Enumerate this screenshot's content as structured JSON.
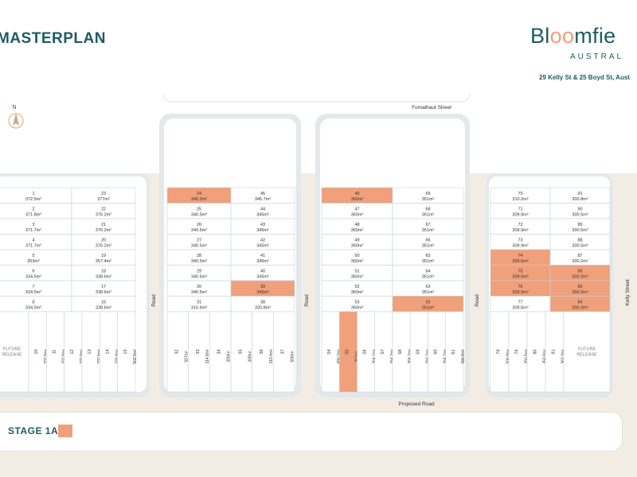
{
  "header": {
    "title": "MASTERPLAN",
    "brand_start": "Bl",
    "brand_oo": "oo",
    "brand_end": "mfie",
    "brand_sub": "AUSTRAL",
    "address": "29 Kelly St & 25 Boyd St, Aust"
  },
  "streets": {
    "fomalhaut": "Fomalhaut Street",
    "proposed": "Proposed Road",
    "road": "Road",
    "kelly": "Kelly Street"
  },
  "compass": {
    "north": "N"
  },
  "legend": {
    "stage": "STAGE 1A",
    "stage_color": "#f0a07a"
  },
  "colors": {
    "stage": "#f0a07a",
    "road": "#f3ece5",
    "block_border": "#b9c7cc",
    "text": "#1d5b63"
  },
  "future_release": [
    "FUTURE",
    "RELEASE"
  ],
  "block1": {
    "rows": [
      {
        "l": {
          "n": "1",
          "a": "372.5m²"
        },
        "r": {
          "n": "23",
          "a": "377m²"
        }
      },
      {
        "l": {
          "n": "2",
          "a": "371.8m²"
        },
        "r": {
          "n": "22",
          "a": "376.2m²"
        }
      },
      {
        "l": {
          "n": "3",
          "a": "371.7m²"
        },
        "r": {
          "n": "21",
          "a": "376.2m²"
        }
      },
      {
        "l": {
          "n": "4",
          "a": "371.7m²"
        },
        "r": {
          "n": "20",
          "a": "376.2m²"
        }
      },
      {
        "l": {
          "n": "5",
          "a": "353m²"
        },
        "r": {
          "n": "19",
          "a": "357.4m²"
        }
      },
      {
        "l": {
          "n": "6",
          "a": "334.5m²"
        },
        "r": {
          "n": "18",
          "a": "338.6m²"
        }
      },
      {
        "l": {
          "n": "7",
          "a": "334.5m²"
        },
        "r": {
          "n": "17",
          "a": "338.6m²"
        }
      },
      {
        "l": {
          "n": "8",
          "a": "334.5m²"
        },
        "r": {
          "n": "16",
          "a": "338.6m²"
        }
      }
    ],
    "bottom": [
      {
        "n": "10",
        "a": "332.8m²"
      },
      {
        "n": "11",
        "a": "332.8m²"
      },
      {
        "n": "12",
        "a": "332.8m²"
      },
      {
        "n": "13",
        "a": "332.8m²"
      },
      {
        "n": "14",
        "a": "332.8m²"
      },
      {
        "n": "15",
        "a": "502.5m²"
      }
    ]
  },
  "block2": {
    "rows": [
      {
        "l": {
          "n": "24",
          "a": "340.2m²",
          "s": true
        },
        "r": {
          "n": "45",
          "a": "345.7m²",
          "s": false
        }
      },
      {
        "l": {
          "n": "25",
          "a": "340.5m²",
          "s": false
        },
        "r": {
          "n": "44",
          "a": "345m²",
          "s": false
        }
      },
      {
        "l": {
          "n": "26",
          "a": "340.5m²",
          "s": false
        },
        "r": {
          "n": "43",
          "a": "345m²",
          "s": false
        }
      },
      {
        "l": {
          "n": "27",
          "a": "340.5m²",
          "s": false
        },
        "r": {
          "n": "42",
          "a": "345m²",
          "s": false
        }
      },
      {
        "l": {
          "n": "28",
          "a": "340.5m²",
          "s": false
        },
        "r": {
          "n": "41",
          "a": "345m²",
          "s": false
        }
      },
      {
        "l": {
          "n": "29",
          "a": "340.5m²",
          "s": false
        },
        "r": {
          "n": "40",
          "a": "345m²",
          "s": false
        }
      },
      {
        "l": {
          "n": "30",
          "a": "340.5m²",
          "s": false
        },
        "r": {
          "n": "39",
          "a": "345m²",
          "s": true
        }
      },
      {
        "l": {
          "n": "31",
          "a": "316.6m²",
          "s": false
        },
        "r": {
          "n": "38",
          "a": "320.8m²",
          "s": false
        }
      }
    ],
    "bottom": [
      {
        "n": "32",
        "a": "507m²"
      },
      {
        "n": "33",
        "a": "314.8m²"
      },
      {
        "n": "34",
        "a": "309m²"
      },
      {
        "n": "35",
        "a": "309m²"
      },
      {
        "n": "36",
        "a": "310.4m²"
      },
      {
        "n": "37",
        "a": "506m²"
      }
    ]
  },
  "block3": {
    "rows": [
      {
        "l": {
          "n": "46",
          "a": "360m²",
          "s": true
        },
        "r": {
          "n": "69",
          "a": "351m²",
          "s": false
        }
      },
      {
        "l": {
          "n": "47",
          "a": "360m²",
          "s": false
        },
        "r": {
          "n": "68",
          "a": "351m²",
          "s": false
        }
      },
      {
        "l": {
          "n": "48",
          "a": "360m²",
          "s": false
        },
        "r": {
          "n": "67",
          "a": "351m²",
          "s": false
        }
      },
      {
        "l": {
          "n": "49",
          "a": "360m²",
          "s": false
        },
        "r": {
          "n": "66",
          "a": "351m²",
          "s": false
        }
      },
      {
        "l": {
          "n": "50",
          "a": "360m²",
          "s": false
        },
        "r": {
          "n": "65",
          "a": "351m²",
          "s": false
        }
      },
      {
        "l": {
          "n": "51",
          "a": "360m²",
          "s": false
        },
        "r": {
          "n": "64",
          "a": "351m²",
          "s": false
        }
      },
      {
        "l": {
          "n": "52",
          "a": "360m²",
          "s": false
        },
        "r": {
          "n": "63",
          "a": "351m²",
          "s": false
        }
      },
      {
        "l": {
          "n": "53",
          "a": "360m²",
          "s": false
        },
        "r": {
          "n": "62",
          "a": "351m²",
          "s": true
        }
      }
    ],
    "bottom": [
      {
        "n": "54",
        "a": "490.2m²",
        "s": false
      },
      {
        "n": "55",
        "a": "363m²",
        "s": true
      },
      {
        "n": "56",
        "a": "364.2m²",
        "s": false
      },
      {
        "n": "57",
        "a": "364.2m²",
        "s": false
      },
      {
        "n": "58",
        "a": "364.2m²",
        "s": false
      },
      {
        "n": "59",
        "a": "364.2m²",
        "s": false
      },
      {
        "n": "60",
        "a": "364.2m²",
        "s": false
      },
      {
        "n": "61",
        "a": "490.8m²",
        "s": false
      }
    ]
  },
  "block4": {
    "rows": [
      {
        "l": {
          "n": "70",
          "a": "310.2m²",
          "s": false
        },
        "r": {
          "n": "91",
          "a": "300.8m²",
          "s": false
        }
      },
      {
        "l": {
          "n": "71",
          "a": "309.9m²",
          "s": false
        },
        "r": {
          "n": "90",
          "a": "300.5m²",
          "s": false
        }
      },
      {
        "l": {
          "n": "72",
          "a": "309.9m²",
          "s": false
        },
        "r": {
          "n": "89",
          "a": "300.5m²",
          "s": false
        }
      },
      {
        "l": {
          "n": "73",
          "a": "309.9m²",
          "s": false
        },
        "r": {
          "n": "88",
          "a": "300.5m²",
          "s": false
        }
      },
      {
        "l": {
          "n": "74",
          "a": "309.5m²",
          "s": true
        },
        "r": {
          "n": "87",
          "a": "300.2m²",
          "s": false
        }
      },
      {
        "l": {
          "n": "75",
          "a": "309.5m²",
          "s": true
        },
        "r": {
          "n": "86",
          "a": "300.2m²",
          "s": true
        }
      },
      {
        "l": {
          "n": "76",
          "a": "309.5m²",
          "s": true
        },
        "r": {
          "n": "85",
          "a": "300.3m²",
          "s": true
        }
      },
      {
        "l": {
          "n": "77",
          "a": "309.6m²",
          "s": false
        },
        "r": {
          "n": "84",
          "a": "300.3m²",
          "s": true
        }
      }
    ],
    "bottom": [
      {
        "n": "78",
        "a": "500.9m²"
      },
      {
        "n": "79",
        "a": "350.8m²"
      },
      {
        "n": "80",
        "a": "350.8m²"
      },
      {
        "n": "81",
        "a": "362.3m²"
      }
    ]
  }
}
